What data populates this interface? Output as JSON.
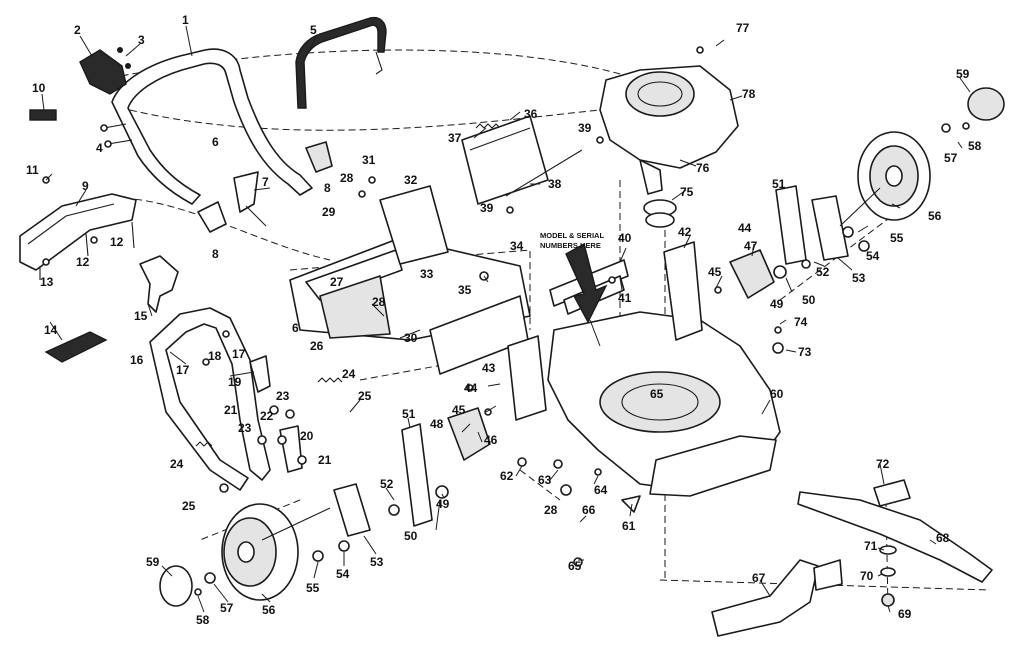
{
  "note": {
    "line1": "MODEL & SERIAL",
    "line2": "NUMBERS HERE"
  },
  "callouts": [
    {
      "id": "c1",
      "text": "1"
    },
    {
      "id": "c2",
      "text": "2"
    },
    {
      "id": "c3",
      "text": "3"
    },
    {
      "id": "c4",
      "text": "4"
    },
    {
      "id": "c5",
      "text": "5"
    },
    {
      "id": "c6a",
      "text": "6"
    },
    {
      "id": "c6b",
      "text": "6"
    },
    {
      "id": "c7",
      "text": "7"
    },
    {
      "id": "c8a",
      "text": "8"
    },
    {
      "id": "c8b",
      "text": "8"
    },
    {
      "id": "c9",
      "text": "9"
    },
    {
      "id": "c10",
      "text": "10"
    },
    {
      "id": "c11",
      "text": "11"
    },
    {
      "id": "c12a",
      "text": "12"
    },
    {
      "id": "c12b",
      "text": "12"
    },
    {
      "id": "c13",
      "text": "13"
    },
    {
      "id": "c14",
      "text": "14"
    },
    {
      "id": "c15",
      "text": "15"
    },
    {
      "id": "c16",
      "text": "16"
    },
    {
      "id": "c17a",
      "text": "17"
    },
    {
      "id": "c17b",
      "text": "17"
    },
    {
      "id": "c18",
      "text": "18"
    },
    {
      "id": "c19",
      "text": "19"
    },
    {
      "id": "c20",
      "text": "20"
    },
    {
      "id": "c21a",
      "text": "21"
    },
    {
      "id": "c21b",
      "text": "21"
    },
    {
      "id": "c22",
      "text": "22"
    },
    {
      "id": "c23a",
      "text": "23"
    },
    {
      "id": "c23b",
      "text": "23"
    },
    {
      "id": "c24a",
      "text": "24"
    },
    {
      "id": "c24b",
      "text": "24"
    },
    {
      "id": "c25a",
      "text": "25"
    },
    {
      "id": "c25b",
      "text": "25"
    },
    {
      "id": "c26",
      "text": "26"
    },
    {
      "id": "c27",
      "text": "27"
    },
    {
      "id": "c28a",
      "text": "28"
    },
    {
      "id": "c28b",
      "text": "28"
    },
    {
      "id": "c28c",
      "text": "28"
    },
    {
      "id": "c29",
      "text": "29"
    },
    {
      "id": "c30",
      "text": "30"
    },
    {
      "id": "c31",
      "text": "31"
    },
    {
      "id": "c32",
      "text": "32"
    },
    {
      "id": "c33",
      "text": "33"
    },
    {
      "id": "c34",
      "text": "34"
    },
    {
      "id": "c35",
      "text": "35"
    },
    {
      "id": "c36",
      "text": "36"
    },
    {
      "id": "c37",
      "text": "37"
    },
    {
      "id": "c38",
      "text": "38"
    },
    {
      "id": "c39a",
      "text": "39"
    },
    {
      "id": "c39b",
      "text": "39"
    },
    {
      "id": "c40",
      "text": "40"
    },
    {
      "id": "c41",
      "text": "41"
    },
    {
      "id": "c42",
      "text": "42"
    },
    {
      "id": "c43",
      "text": "43"
    },
    {
      "id": "c44a",
      "text": "44"
    },
    {
      "id": "c44b",
      "text": "44"
    },
    {
      "id": "c45a",
      "text": "45"
    },
    {
      "id": "c45b",
      "text": "45"
    },
    {
      "id": "c46",
      "text": "46"
    },
    {
      "id": "c47",
      "text": "47"
    },
    {
      "id": "c48",
      "text": "48"
    },
    {
      "id": "c49a",
      "text": "49"
    },
    {
      "id": "c49b",
      "text": "49"
    },
    {
      "id": "c50a",
      "text": "50"
    },
    {
      "id": "c50b",
      "text": "50"
    },
    {
      "id": "c51a",
      "text": "51"
    },
    {
      "id": "c51b",
      "text": "51"
    },
    {
      "id": "c52a",
      "text": "52"
    },
    {
      "id": "c52b",
      "text": "52"
    },
    {
      "id": "c53a",
      "text": "53"
    },
    {
      "id": "c53b",
      "text": "53"
    },
    {
      "id": "c54a",
      "text": "54"
    },
    {
      "id": "c54b",
      "text": "54"
    },
    {
      "id": "c55a",
      "text": "55"
    },
    {
      "id": "c55b",
      "text": "55"
    },
    {
      "id": "c56a",
      "text": "56"
    },
    {
      "id": "c56b",
      "text": "56"
    },
    {
      "id": "c57a",
      "text": "57"
    },
    {
      "id": "c57b",
      "text": "57"
    },
    {
      "id": "c58a",
      "text": "58"
    },
    {
      "id": "c58b",
      "text": "58"
    },
    {
      "id": "c59a",
      "text": "59"
    },
    {
      "id": "c59b",
      "text": "59"
    },
    {
      "id": "c60",
      "text": "60"
    },
    {
      "id": "c61",
      "text": "61"
    },
    {
      "id": "c62",
      "text": "62"
    },
    {
      "id": "c63",
      "text": "63"
    },
    {
      "id": "c64",
      "text": "64"
    },
    {
      "id": "c65a",
      "text": "65"
    },
    {
      "id": "c65b",
      "text": "65"
    },
    {
      "id": "c66",
      "text": "66"
    },
    {
      "id": "c67",
      "text": "67"
    },
    {
      "id": "c68",
      "text": "68"
    },
    {
      "id": "c69",
      "text": "69"
    },
    {
      "id": "c70",
      "text": "70"
    },
    {
      "id": "c71",
      "text": "71"
    },
    {
      "id": "c72",
      "text": "72"
    },
    {
      "id": "c73",
      "text": "73"
    },
    {
      "id": "c74",
      "text": "74"
    },
    {
      "id": "c75",
      "text": "75"
    },
    {
      "id": "c76",
      "text": "76"
    },
    {
      "id": "c77",
      "text": "77"
    },
    {
      "id": "c78",
      "text": "78"
    }
  ]
}
